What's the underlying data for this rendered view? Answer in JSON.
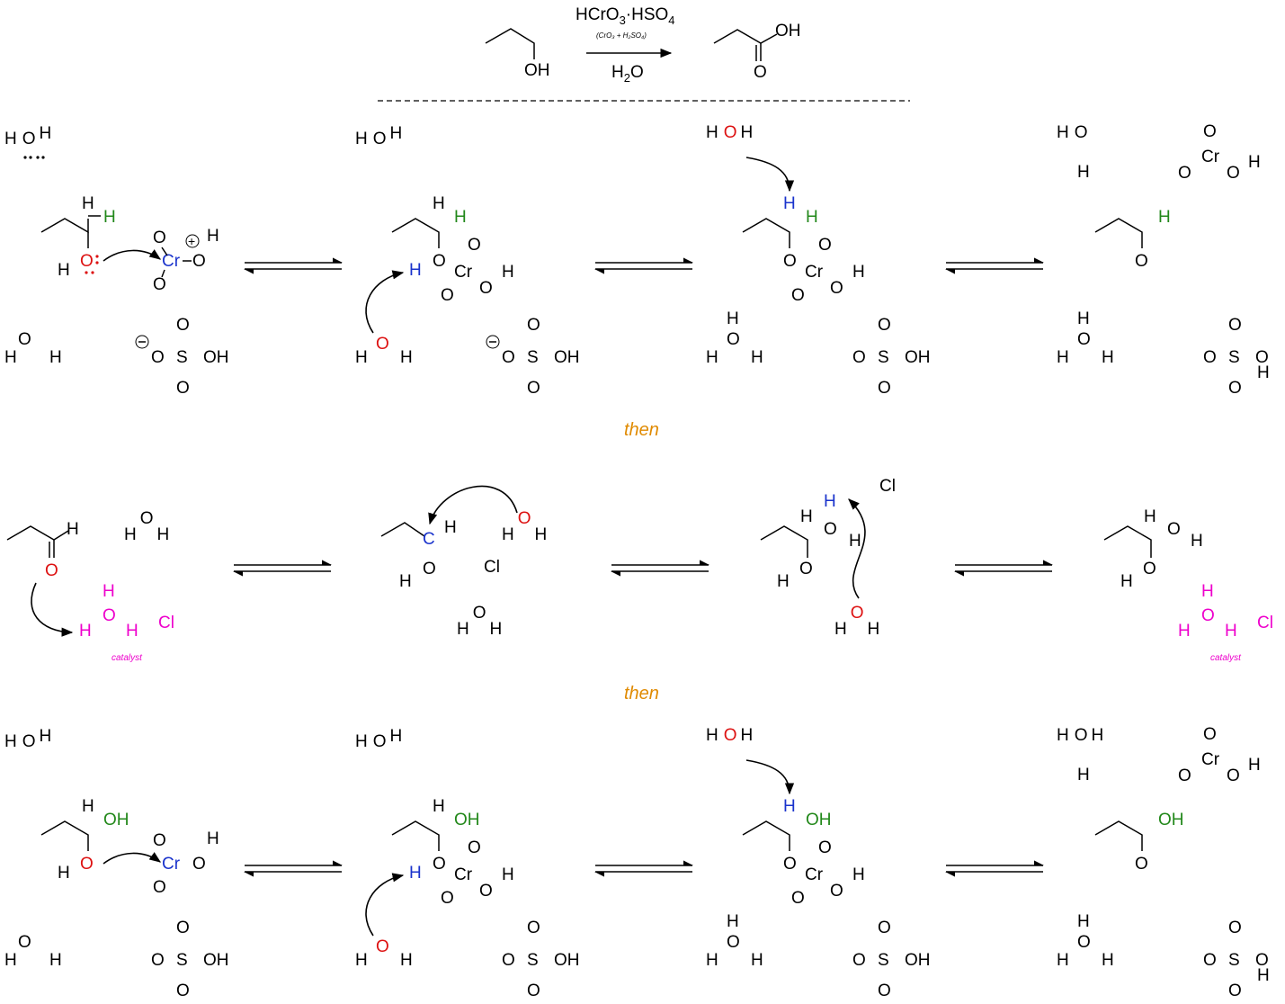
{
  "header": {
    "reagent_main": "HCrO",
    "reagent_sub1": "3",
    "reagent_mid": "·HSO",
    "reagent_sub2": "4",
    "reagent_detail": "(CrO₃ + H₂SO₄)",
    "solvent": "H",
    "solvent_sub": "2",
    "solvent_end": "O",
    "reactant_label": "OH",
    "product_label_oh": "OH",
    "product_label_o": "O"
  },
  "separators": {
    "then_1": "then",
    "then_2": "then"
  },
  "catalyst_label": "catalyst",
  "colors": {
    "oxygen_highlight": "#dd1111",
    "chromium": "#1a33cc",
    "proton": "#1a33cc",
    "aldehyde_h": "#22881a",
    "catalyst": "#ee00cc",
    "then_text": "#e08a00"
  },
  "atoms": {
    "H": "H",
    "O": "O",
    "Cr": "Cr",
    "S": "S",
    "C": "C",
    "Cl": "Cl",
    "OH": "OH",
    "plus": "+",
    "minus": "−"
  }
}
